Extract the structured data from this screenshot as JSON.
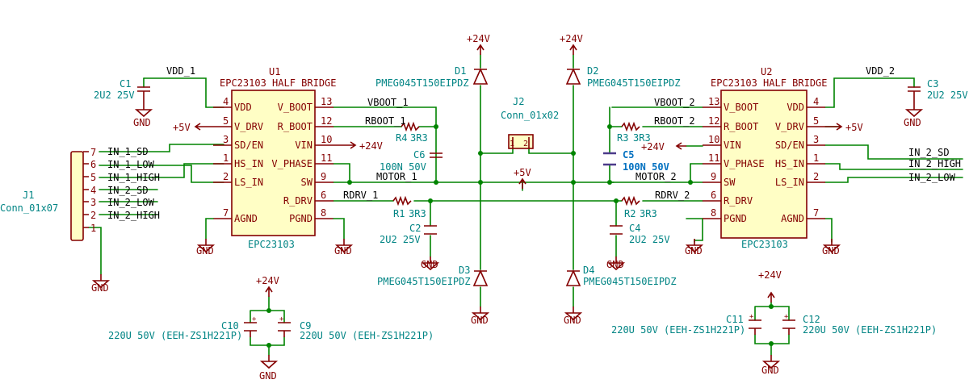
{
  "nets": {
    "vdd1": "VDD_1",
    "vdd2": "VDD_2",
    "vboot1": "VBOOT_1",
    "vboot2": "VBOOT_2",
    "rboot1": "RBOOT_1",
    "rboot2": "RBOOT_2",
    "motor1": "MOTOR_1",
    "motor2": "MOTOR_2",
    "rdrv1": "RDRV_1",
    "rdrv2": "RDRV_2",
    "in1sd": "IN_1_SD",
    "in1low": "IN_1_LOW",
    "in1high": "IN_1_HIGH",
    "in2sd": "IN_2_SD",
    "in2low": "IN_2_LOW",
    "in2high": "IN_2_HIGH"
  },
  "power": {
    "p24": "+24V",
    "p5": "+5V",
    "gnd": "GND"
  },
  "u1": {
    "ref": "U1",
    "desc": "EPC23103 HALF BRIDGE",
    "part": "EPC23103",
    "left_pins": [
      {
        "name": "VDD",
        "num": "4"
      },
      {
        "name": "V_DRV",
        "num": "5"
      },
      {
        "name": "SD/EN",
        "num": "3"
      },
      {
        "name": "HS_IN",
        "num": "1"
      },
      {
        "name": "LS_IN",
        "num": "2"
      },
      {
        "name": "AGND",
        "num": "7"
      }
    ],
    "right_pins": [
      {
        "name": "V_BOOT",
        "num": "13"
      },
      {
        "name": "R_BOOT",
        "num": "12"
      },
      {
        "name": "VIN",
        "num": "10"
      },
      {
        "name": "V_PHASE",
        "num": "11"
      },
      {
        "name": "SW",
        "num": "9"
      },
      {
        "name": "R_DRV",
        "num": "6"
      },
      {
        "name": "PGND",
        "num": "8"
      }
    ]
  },
  "u2": {
    "ref": "U2",
    "desc": "EPC23103 HALF BRIDGE",
    "part": "EPC23103",
    "left_pins": [
      {
        "name": "V_BOOT",
        "num": "13"
      },
      {
        "name": "R_BOOT",
        "num": "12"
      },
      {
        "name": "VIN",
        "num": "10"
      },
      {
        "name": "V_PHASE",
        "num": "11"
      },
      {
        "name": "SW",
        "num": "9"
      },
      {
        "name": "R_DRV",
        "num": "6"
      },
      {
        "name": "PGND",
        "num": "8"
      }
    ],
    "right_pins": [
      {
        "name": "VDD",
        "num": "4"
      },
      {
        "name": "V_DRV",
        "num": "5"
      },
      {
        "name": "SD/EN",
        "num": "3"
      },
      {
        "name": "HS_IN",
        "num": "1"
      },
      {
        "name": "LS_IN",
        "num": "2"
      },
      {
        "name": "AGND",
        "num": "7"
      }
    ]
  },
  "j1": {
    "ref": "J1",
    "value": "Conn_01x07",
    "pins": [
      {
        "num": "7",
        "net": "IN_1_SD"
      },
      {
        "num": "6",
        "net": "IN_1_LOW"
      },
      {
        "num": "5",
        "net": "IN_1_HIGH"
      },
      {
        "num": "4",
        "net": "IN_2_SD"
      },
      {
        "num": "3",
        "net": "IN_2_LOW"
      },
      {
        "num": "2",
        "net": "IN_2_HIGH"
      },
      {
        "num": "1",
        "net": ""
      }
    ]
  },
  "j2": {
    "ref": "J2",
    "value": "Conn_01x02",
    "pin1": "1",
    "pin2": "2"
  },
  "parts": {
    "c1": {
      "ref": "C1",
      "value": "2U2 25V"
    },
    "c2": {
      "ref": "C2",
      "value": "2U2 25V"
    },
    "c3": {
      "ref": "C3",
      "value": "2U2 25V"
    },
    "c4": {
      "ref": "C4",
      "value": "2U2 25V"
    },
    "c5": {
      "ref": "C5",
      "value": "100N 50V"
    },
    "c6": {
      "ref": "C6",
      "value": "100N 50V"
    },
    "c9": {
      "ref": "C9",
      "value": "220U 50V (EEH-ZS1H221P)"
    },
    "c10": {
      "ref": "C10",
      "value": "220U 50V (EEH-ZS1H221P)"
    },
    "c11": {
      "ref": "C11",
      "value": "220U 50V (EEH-ZS1H221P)"
    },
    "c12": {
      "ref": "C12",
      "value": "220U 50V (EEH-ZS1H221P)"
    },
    "r1": {
      "ref": "R1",
      "value": "3R3"
    },
    "r2": {
      "ref": "R2",
      "value": "3R3"
    },
    "r3": {
      "ref": "R3",
      "value": "3R3"
    },
    "r4": {
      "ref": "R4",
      "value": "3R3"
    },
    "d1": {
      "ref": "D1",
      "value": "PMEG045T150EIPDZ"
    },
    "d2": {
      "ref": "D2",
      "value": "PMEG045T150EIPDZ"
    },
    "d3": {
      "ref": "D3",
      "value": "PMEG045T150EIPDZ"
    },
    "d4": {
      "ref": "D4",
      "value": "PMEG045T150EIPDZ"
    }
  },
  "colors": {
    "wire": "#008400",
    "body": "#840000",
    "fill": "#fffec5",
    "ref": "#008484",
    "highlight": "#0070c0"
  }
}
